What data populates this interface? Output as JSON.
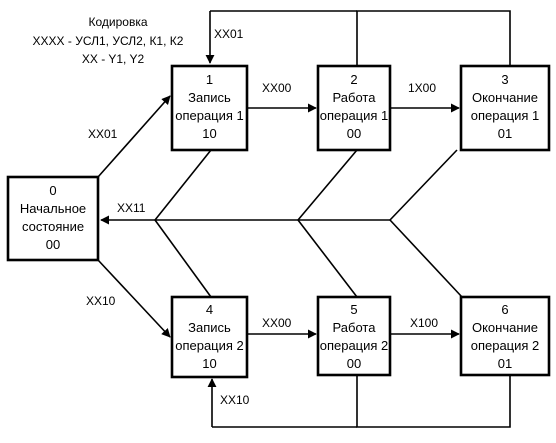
{
  "legend": {
    "title": "Кодировка",
    "line1": "XXXX - УСЛ1, УСЛ2, К1, К2",
    "line2": "XX - Y1, Y2"
  },
  "states": [
    {
      "id": "0",
      "lines": [
        "Начальное",
        "состояние"
      ],
      "code": "00"
    },
    {
      "id": "1",
      "lines": [
        "Запись",
        "операция 1"
      ],
      "code": "10"
    },
    {
      "id": "2",
      "lines": [
        "Работа",
        "операция 1"
      ],
      "code": "00"
    },
    {
      "id": "3",
      "lines": [
        "Окончание",
        "операция 1"
      ],
      "code": "01"
    },
    {
      "id": "4",
      "lines": [
        "Запись",
        "операция 2"
      ],
      "code": "10"
    },
    {
      "id": "5",
      "lines": [
        "Работа",
        "операция 2"
      ],
      "code": "00"
    },
    {
      "id": "6",
      "lines": [
        "Окончание",
        "операция 2"
      ],
      "code": "01"
    }
  ],
  "transitions": {
    "s0_to_s1": "XX01",
    "s0_to_s4": "XX10",
    "s1_to_s2": "XX00",
    "s2_to_s3": "1X00",
    "s4_to_s5": "XX00",
    "s5_to_s6": "X100",
    "top_loop_to_s1": "XX01",
    "bottom_loop_to_s4": "XX10",
    "return_to_s0": "XX11"
  }
}
